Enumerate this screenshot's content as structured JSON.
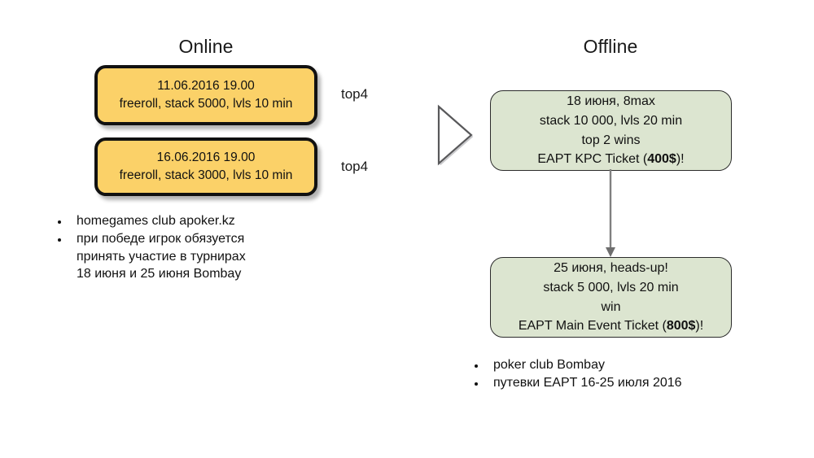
{
  "slide": {
    "background_color": "#ffffff",
    "columns": {
      "online": {
        "title": "Online"
      },
      "offline": {
        "title": "Offline"
      }
    }
  },
  "online": {
    "accent_color": "#FBD168",
    "border_color": "#111111",
    "cards": [
      {
        "lines": [
          "11.06.2016  19.00",
          "freeroll, stack 5000, lvls 10 min"
        ],
        "qualifier_label": "top4"
      },
      {
        "lines": [
          "16.06.2016  19.00",
          "freeroll, stack 3000, lvls 10 min"
        ],
        "qualifier_label": "top4"
      }
    ],
    "notes": [
      {
        "lines": [
          "homegames club apoker.kz"
        ]
      },
      {
        "lines": [
          "при победе игрок обязуется",
          "принять участие в турнирах",
          "18 июня и 25 июня Bombay"
        ]
      }
    ]
  },
  "offline": {
    "accent_color": "#DCE5D0",
    "border_color": "#2b2b2b",
    "cards": [
      {
        "lines": [
          "18 июня, 8max",
          "stack 10 000, lvls 20 min",
          "top 2 wins"
        ],
        "prize_prefix": "EAPT KPC Ticket (",
        "prize_amount": "400$",
        "prize_suffix": ")!"
      },
      {
        "lines": [
          "25 июня, heads-up!",
          "stack 5 000, lvls 20 min",
          "win"
        ],
        "prize_prefix": "EAPT Main Event Ticket (",
        "prize_amount": "800$",
        "prize_suffix": ")!"
      }
    ],
    "notes": [
      {
        "lines": [
          "poker club Bombay"
        ]
      },
      {
        "lines": [
          "путевки EAPT 16-25 июля 2016"
        ]
      }
    ]
  },
  "icons": {
    "flow_triangle": "play-triangle-icon",
    "flow_arrow": "down-arrow-icon"
  }
}
